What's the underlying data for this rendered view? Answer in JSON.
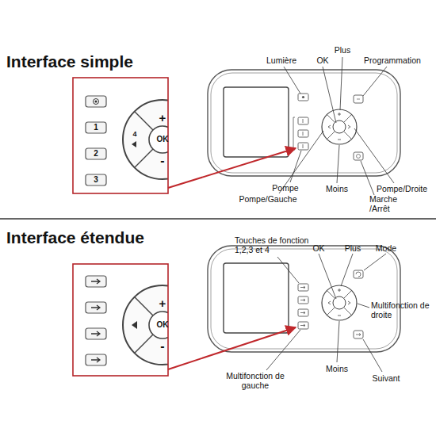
{
  "diagram": {
    "labels": [
      "Interface simple",
      "Lumière",
      "OK",
      "Plus",
      "Programmation",
      "Pompe",
      "Pompe/Gauche",
      "Moins",
      "Marche /Arrêt",
      "Pompe/Droite",
      "1",
      "2",
      "3",
      "4",
      "+",
      "OK",
      "-",
      "Interface étendue",
      "Touches de fonction 1,2,3 et 4",
      "OK",
      "Plus",
      "Mode",
      "Multifonction de droite",
      "Multifonction de gauche",
      "Moins",
      "Suivant",
      "+",
      "OK",
      "-"
    ]
  }
}
